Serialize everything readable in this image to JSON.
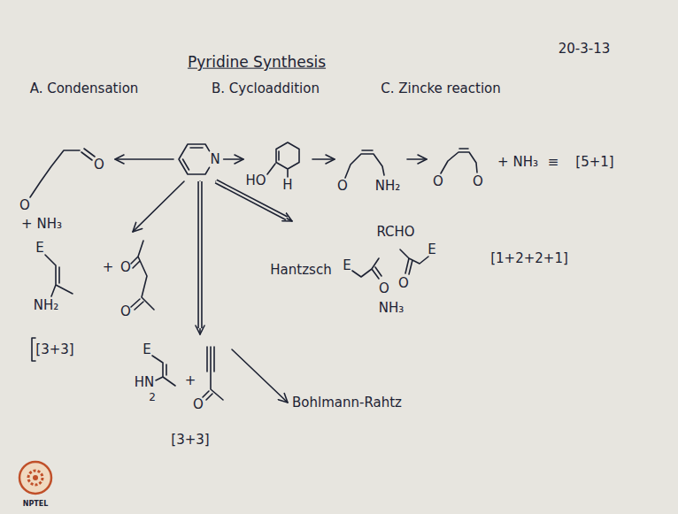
{
  "diagram": {
    "title": "Pyridine Synthesis",
    "nodes": [
      {
        "text": [
          "N"
        ]
      },
      {
        "text": [
          "O",
          "O",
          "+ NH₃"
        ]
      },
      {
        "text": [
          "HO",
          "H"
        ]
      },
      {
        "text": [
          "O",
          "NH₂"
        ]
      },
      {
        "text": [
          "O",
          "O",
          "+ NH₃"
        ]
      },
      {
        "text": [
          "E",
          "NH₂",
          "+",
          "O",
          "O"
        ]
      },
      {
        "text": [
          "E",
          "HN",
          "2",
          "+",
          "O"
        ]
      },
      {
        "text": [
          "Hantzsch",
          "E",
          "O",
          "RCHO",
          "E",
          "O",
          "NH₃"
        ]
      },
      {
        "text": [
          "Bohlmann-Rahtz"
        ]
      }
    ],
    "edges": [
      {
        "from": 0,
        "to": 1,
        "arrow": "to"
      },
      {
        "from": 0,
        "to": 2,
        "arrow": "to"
      },
      {
        "from": 2,
        "to": 3,
        "arrow": "to"
      },
      {
        "from": 3,
        "to": 4,
        "arrow": "to"
      },
      {
        "from": 0,
        "to": 5,
        "arrow": "to"
      },
      {
        "from": 0,
        "to": 6,
        "arrow": "to"
      },
      {
        "from": 0,
        "to": 7,
        "arrow": "to"
      },
      {
        "from": 6,
        "to": 8,
        "arrow": "to"
      }
    ],
    "labels": [
      "20-3-13",
      "A. Condensation",
      "B. Cycloaddition",
      "C. Zincke reaction",
      "≡",
      "[5+1]",
      "[1+2+2+1]",
      "[3+3]",
      "[3+3]",
      "NPTEL"
    ]
  }
}
